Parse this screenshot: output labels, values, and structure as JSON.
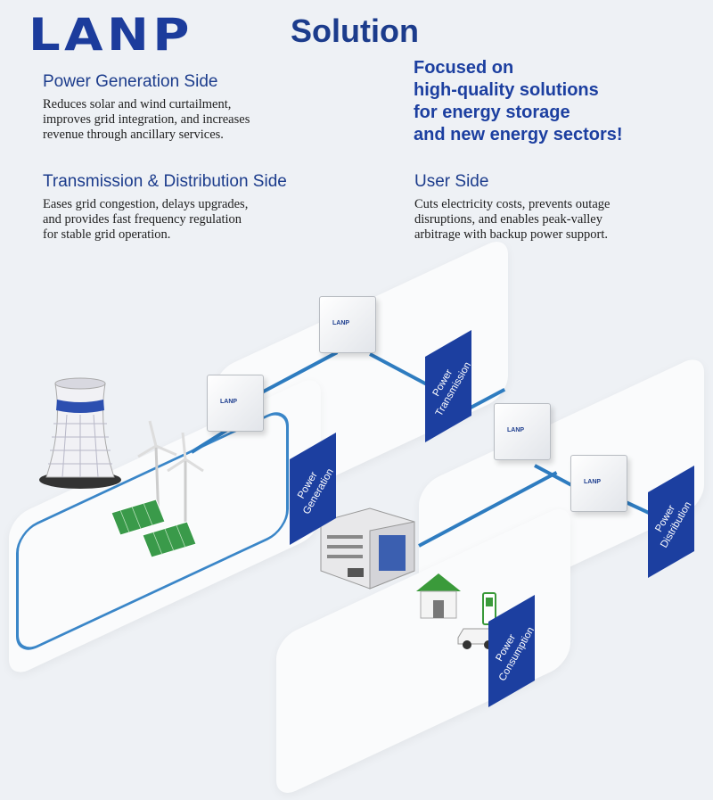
{
  "logo": {
    "text": "LANP"
  },
  "title": "Solution",
  "tagline": [
    "Focused on",
    "high-quality solutions",
    "for energy storage",
    "and new energy sectors!"
  ],
  "sections": {
    "generation": {
      "heading": "Power Generation Side",
      "lines": [
        "Reduces solar and wind curtailment,",
        "improves grid integration, and increases",
        "revenue through ancillary services."
      ]
    },
    "transmission": {
      "heading": "Transmission & Distribution Side",
      "lines": [
        "Eases grid congestion, delays upgrades,",
        "and provides fast frequency regulation",
        "for stable grid operation."
      ]
    },
    "user": {
      "heading": "User Side",
      "lines": [
        "Cuts electricity costs, prevents outage",
        "disruptions, and enables peak-valley",
        "arbitrage with backup power support."
      ]
    }
  },
  "diagram": {
    "storage_unit_label": "LANP",
    "nodes": {
      "generation": [
        "Power",
        "Generation"
      ],
      "transmission": [
        "Power",
        "Transmission"
      ],
      "distribution": [
        "Power",
        "Distribution"
      ],
      "consumption": [
        "Power",
        "Consumption"
      ]
    }
  },
  "colors": {
    "brand_blue": "#1c3fa0",
    "line_blue": "#2e7cc0",
    "background": "#eef1f5"
  }
}
